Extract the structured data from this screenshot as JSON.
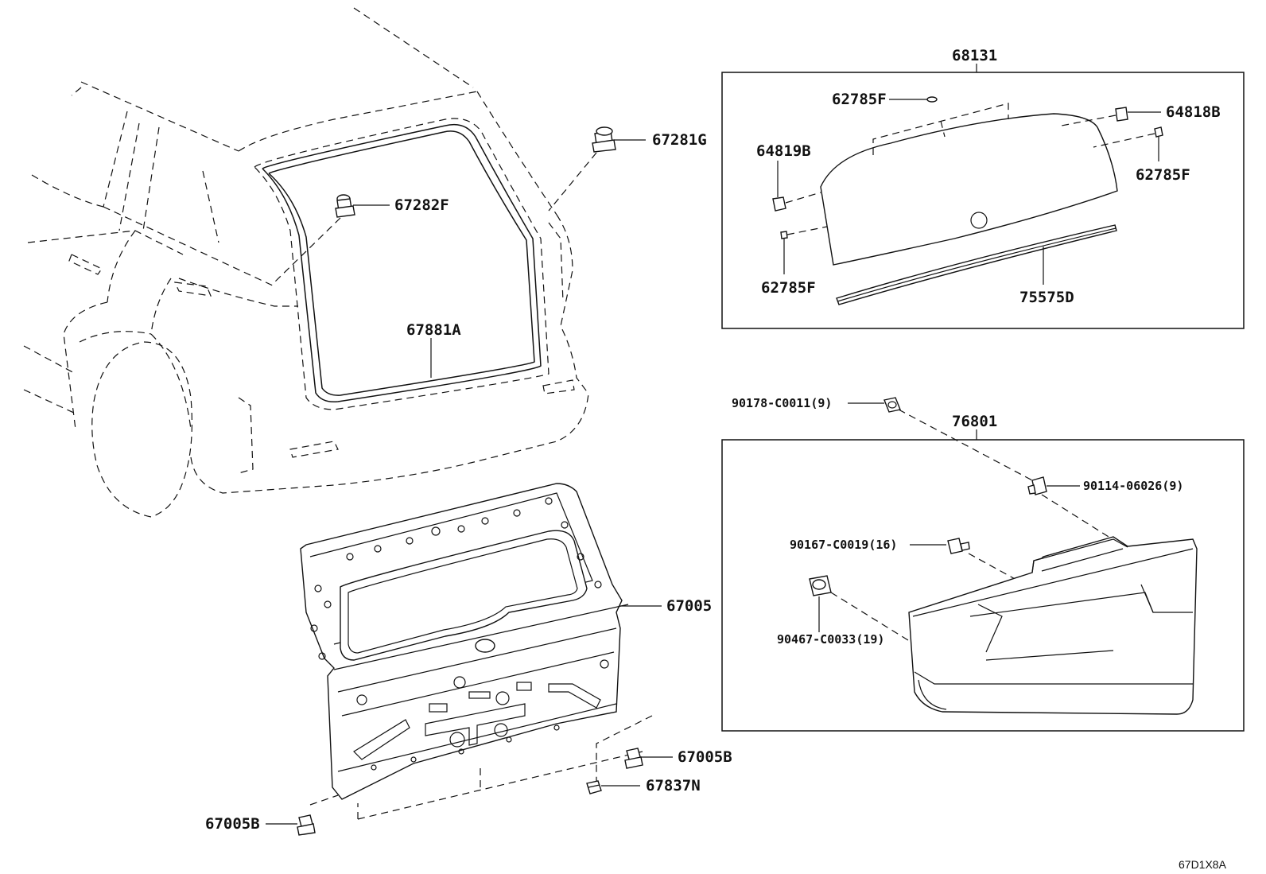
{
  "diagram_code": "67D1X8A",
  "callouts": {
    "p67281G": "67281G",
    "p67282F": "67282F",
    "p67881A": "67881A",
    "p67005": "67005",
    "p67005B_right": "67005B",
    "p67837N": "67837N",
    "p67005B_left": "67005B"
  },
  "glass_box": {
    "assembly": "68131",
    "parts": {
      "p62785F_top": "62785F",
      "p64818B": "64818B",
      "p64819B": "64819B",
      "p62785F_right": "62785F",
      "p62785F_left": "62785F",
      "p75575D": "75575D"
    }
  },
  "garnish_box": {
    "assembly": "76801",
    "outside_part": "90178-C0011(9)",
    "parts": {
      "p90114": "90114-06026(9)",
      "p90167": "90167-C0019(16)",
      "p90467": "90467-C0033(19)"
    }
  }
}
